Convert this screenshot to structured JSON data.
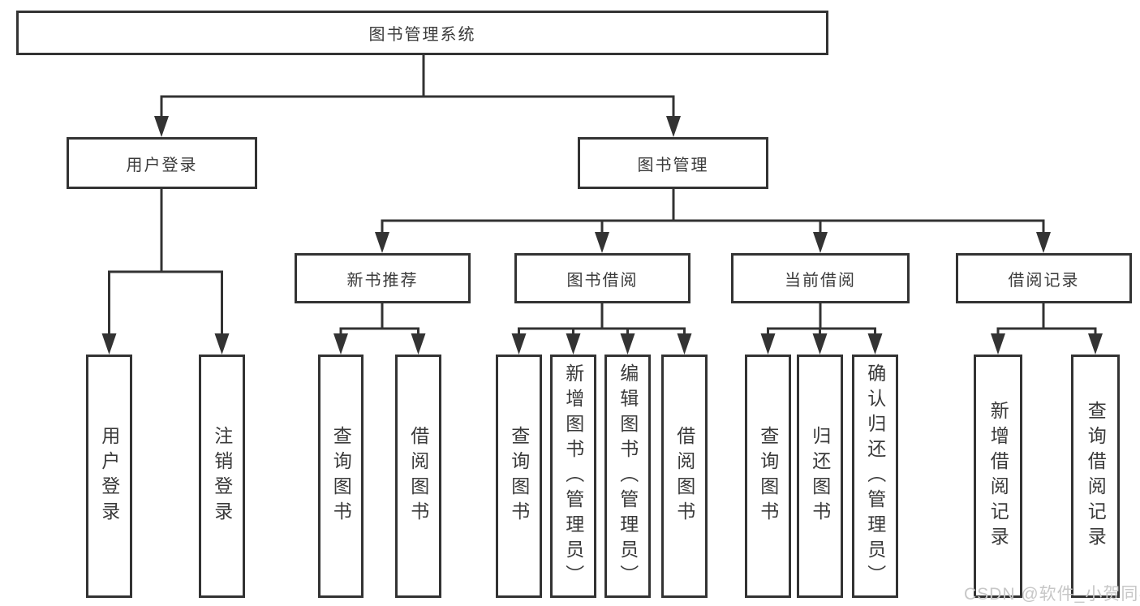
{
  "colors": {
    "line": "#333333",
    "text": "#3a3a3a",
    "box_bg": "#ffffff",
    "background": "#ffffff",
    "watermark": "#c7c7c7"
  },
  "watermark": {
    "text": "CSDN @软件_小贺同学"
  },
  "tree": {
    "root": {
      "label": "图书管理系统"
    },
    "children": [
      {
        "label": "用户登录",
        "children": [
          {
            "label": "用户登录"
          },
          {
            "label": "注销登录"
          }
        ]
      },
      {
        "label": "图书管理",
        "children": [
          {
            "label": "新书推荐",
            "children": [
              {
                "label": "查询图书"
              },
              {
                "label": "借阅图书"
              }
            ]
          },
          {
            "label": "图书借阅",
            "children": [
              {
                "label": "查询图书"
              },
              {
                "label": "新增图书（管理员）"
              },
              {
                "label": "编辑图书（管理员）"
              },
              {
                "label": "借阅图书"
              }
            ]
          },
          {
            "label": "当前借阅",
            "children": [
              {
                "label": "查询图书"
              },
              {
                "label": "归还图书"
              },
              {
                "label": "确认归还（管理员）"
              }
            ]
          },
          {
            "label": "借阅记录",
            "children": [
              {
                "label": "新增借阅记录"
              },
              {
                "label": "查询借阅记录"
              }
            ]
          }
        ]
      }
    ]
  }
}
